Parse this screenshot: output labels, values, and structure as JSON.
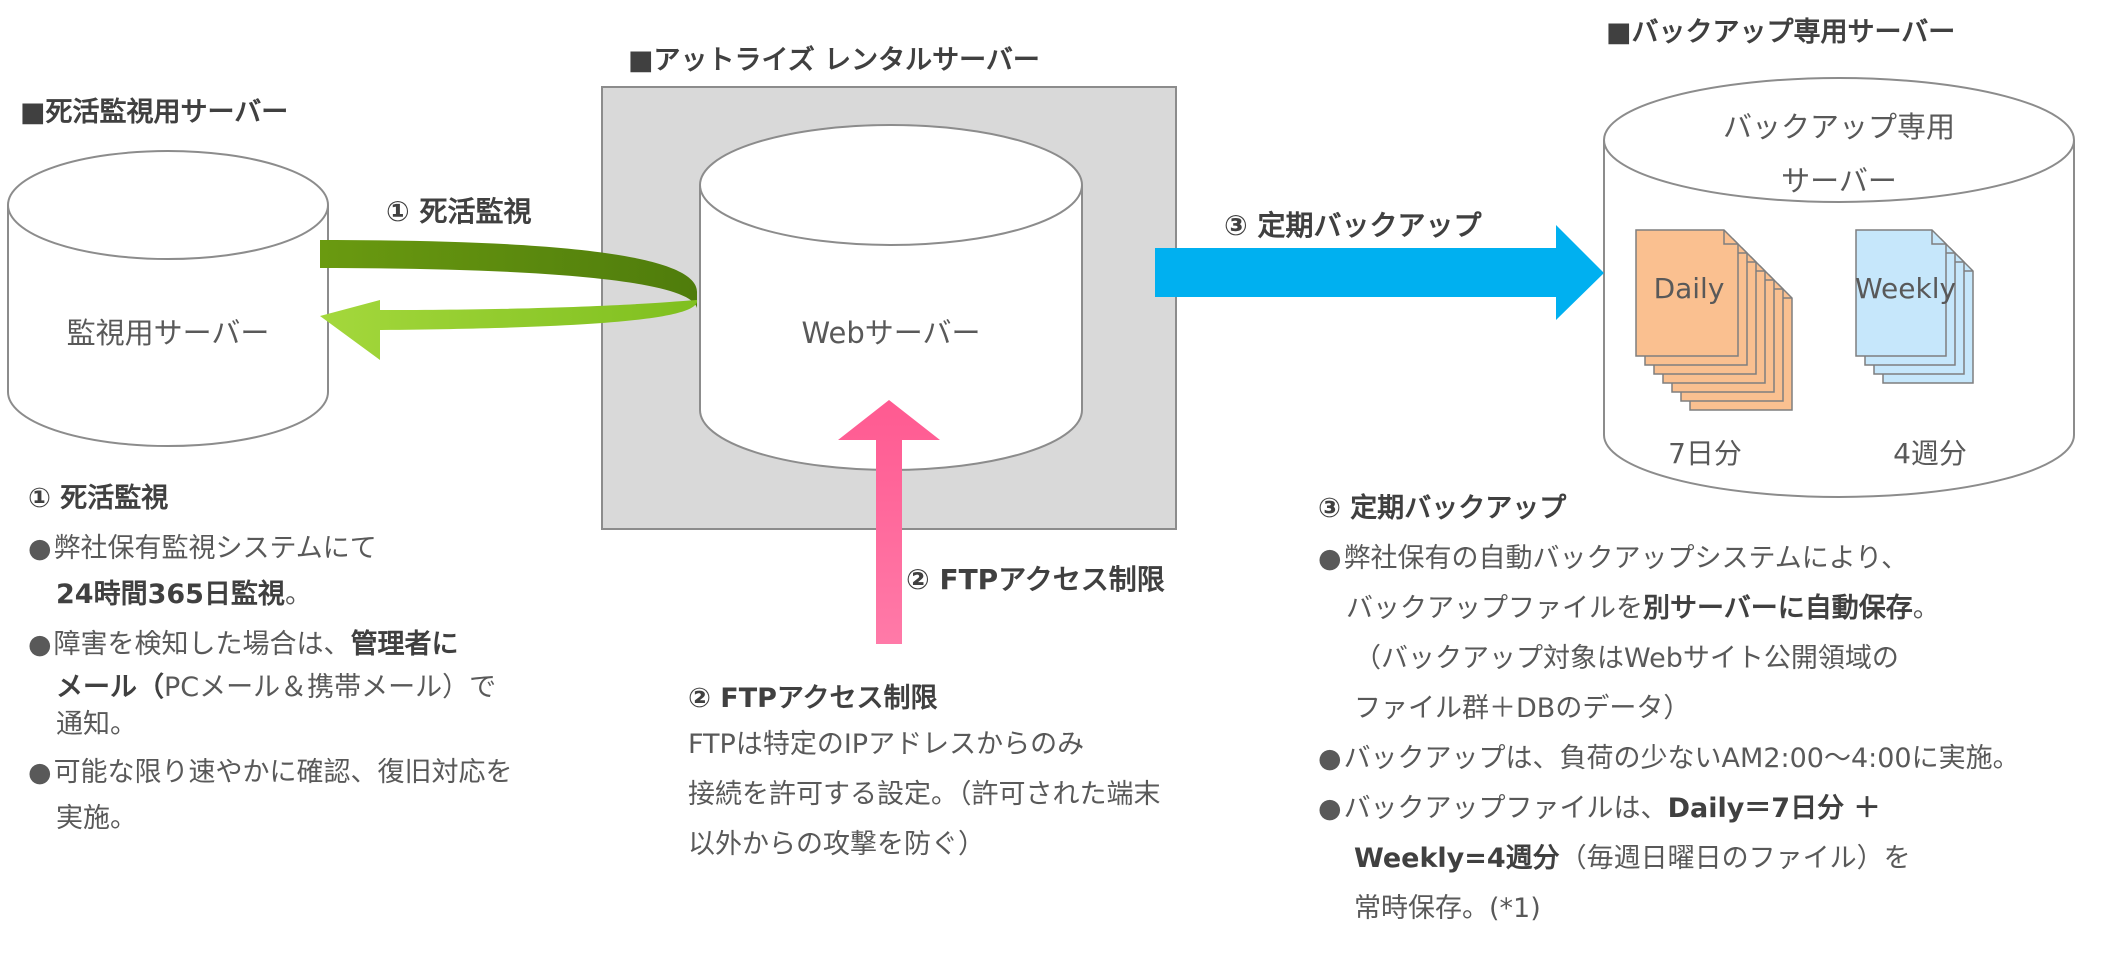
{
  "headings": {
    "monitor_server": "■死活監視用サーバー",
    "rental_server": "■アットライズ レンタルサーバー",
    "backup_server": "■バックアップ専用サーバー"
  },
  "servers": {
    "monitor": "監視用サーバー",
    "web": "Webサーバー",
    "backup_line1": "バックアップ専用",
    "backup_line2": "サーバー"
  },
  "backup_files": {
    "daily_label": "Daily",
    "weekly_label": "Weekly",
    "daily_caption": "7日分",
    "weekly_caption": "4週分"
  },
  "arrows": {
    "alive_monitor": "① 死活監視",
    "ftp_limit": "② FTPアクセス制限",
    "periodic_backup": "③ 定期バックアップ"
  },
  "descriptions": {
    "monitor": {
      "title": "① 死活監視",
      "bullet": "●",
      "b1_text": "弊社保有監視システムにて",
      "b1_bold": "24時間365日監視",
      "b1_tail": "。",
      "b2_text": "障害を検知した場合は、",
      "b2_bold1": "管理者に",
      "b2_bold2": "メール（",
      "b2_text2": "PCメール＆携帯メール）で",
      "b2_text3": "通知。",
      "b3_text": "可能な限り速やかに確認、復旧対応を",
      "b3_text2": "実施。"
    },
    "ftp": {
      "title": "② FTPアクセス制限",
      "line1": "FTPは特定のIPアドレスからのみ",
      "line2": "接続を許可する設定。（許可された端末",
      "line3": "以外からの攻撃を防ぐ）"
    },
    "backup": {
      "title": "③ 定期バックアップ",
      "bullet": "●",
      "b1_text": "弊社保有の自動バックアップシステムにより、",
      "b1_text2": "バックアップファイルを",
      "b1_bold": "別サーバーに自動保存",
      "b1_tail": "。",
      "b1_note1": "（バックアップ対象はWebサイト公開領域の",
      "b1_note2": "ファイル群＋DBのデータ）",
      "b2_text": "バックアップは、負荷の少ないAM2:00～4:00に実施。",
      "b3_text": "バックアップファイルは、",
      "b3_bold1": "Daily＝7日分 ＋",
      "b3_bold2": "Weekly=4週分",
      "b3_text2": "（毎週日曜日のファイル）を",
      "b3_text3": "常時保存。(*1)"
    }
  },
  "colors": {
    "cylinder_stroke": "#8c8c8c",
    "rental_box_fill": "#d9d9d9",
    "green_dark": "#6f9a17",
    "green_light": "#92d050",
    "pink_arrow": "#ff6699",
    "blue_arrow": "#00b0f0",
    "daily_fill": "#fac090",
    "weekly_fill": "#c6e7fb"
  }
}
